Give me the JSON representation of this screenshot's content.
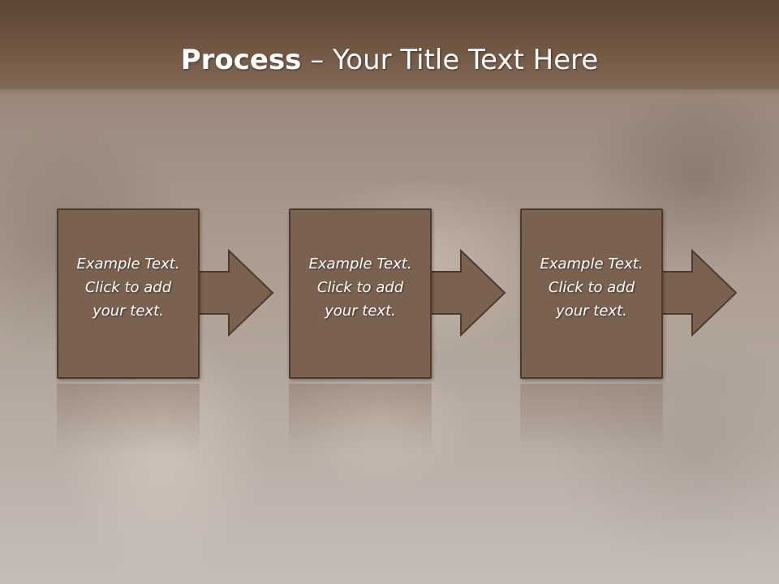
{
  "slide": {
    "title_bold": "Process",
    "title_rest": " – Your Title Text Here"
  },
  "steps": [
    {
      "text": "Example Text.\nClick  to add\nyour text."
    },
    {
      "text": "Example Text.\nClick  to add\nyour text."
    },
    {
      "text": "Example Text.\nClick  to add\nyour text."
    }
  ],
  "colors": {
    "box_fill": "#7b6250",
    "box_border": "#4e3a2c",
    "title_bar": "#6f5441"
  }
}
